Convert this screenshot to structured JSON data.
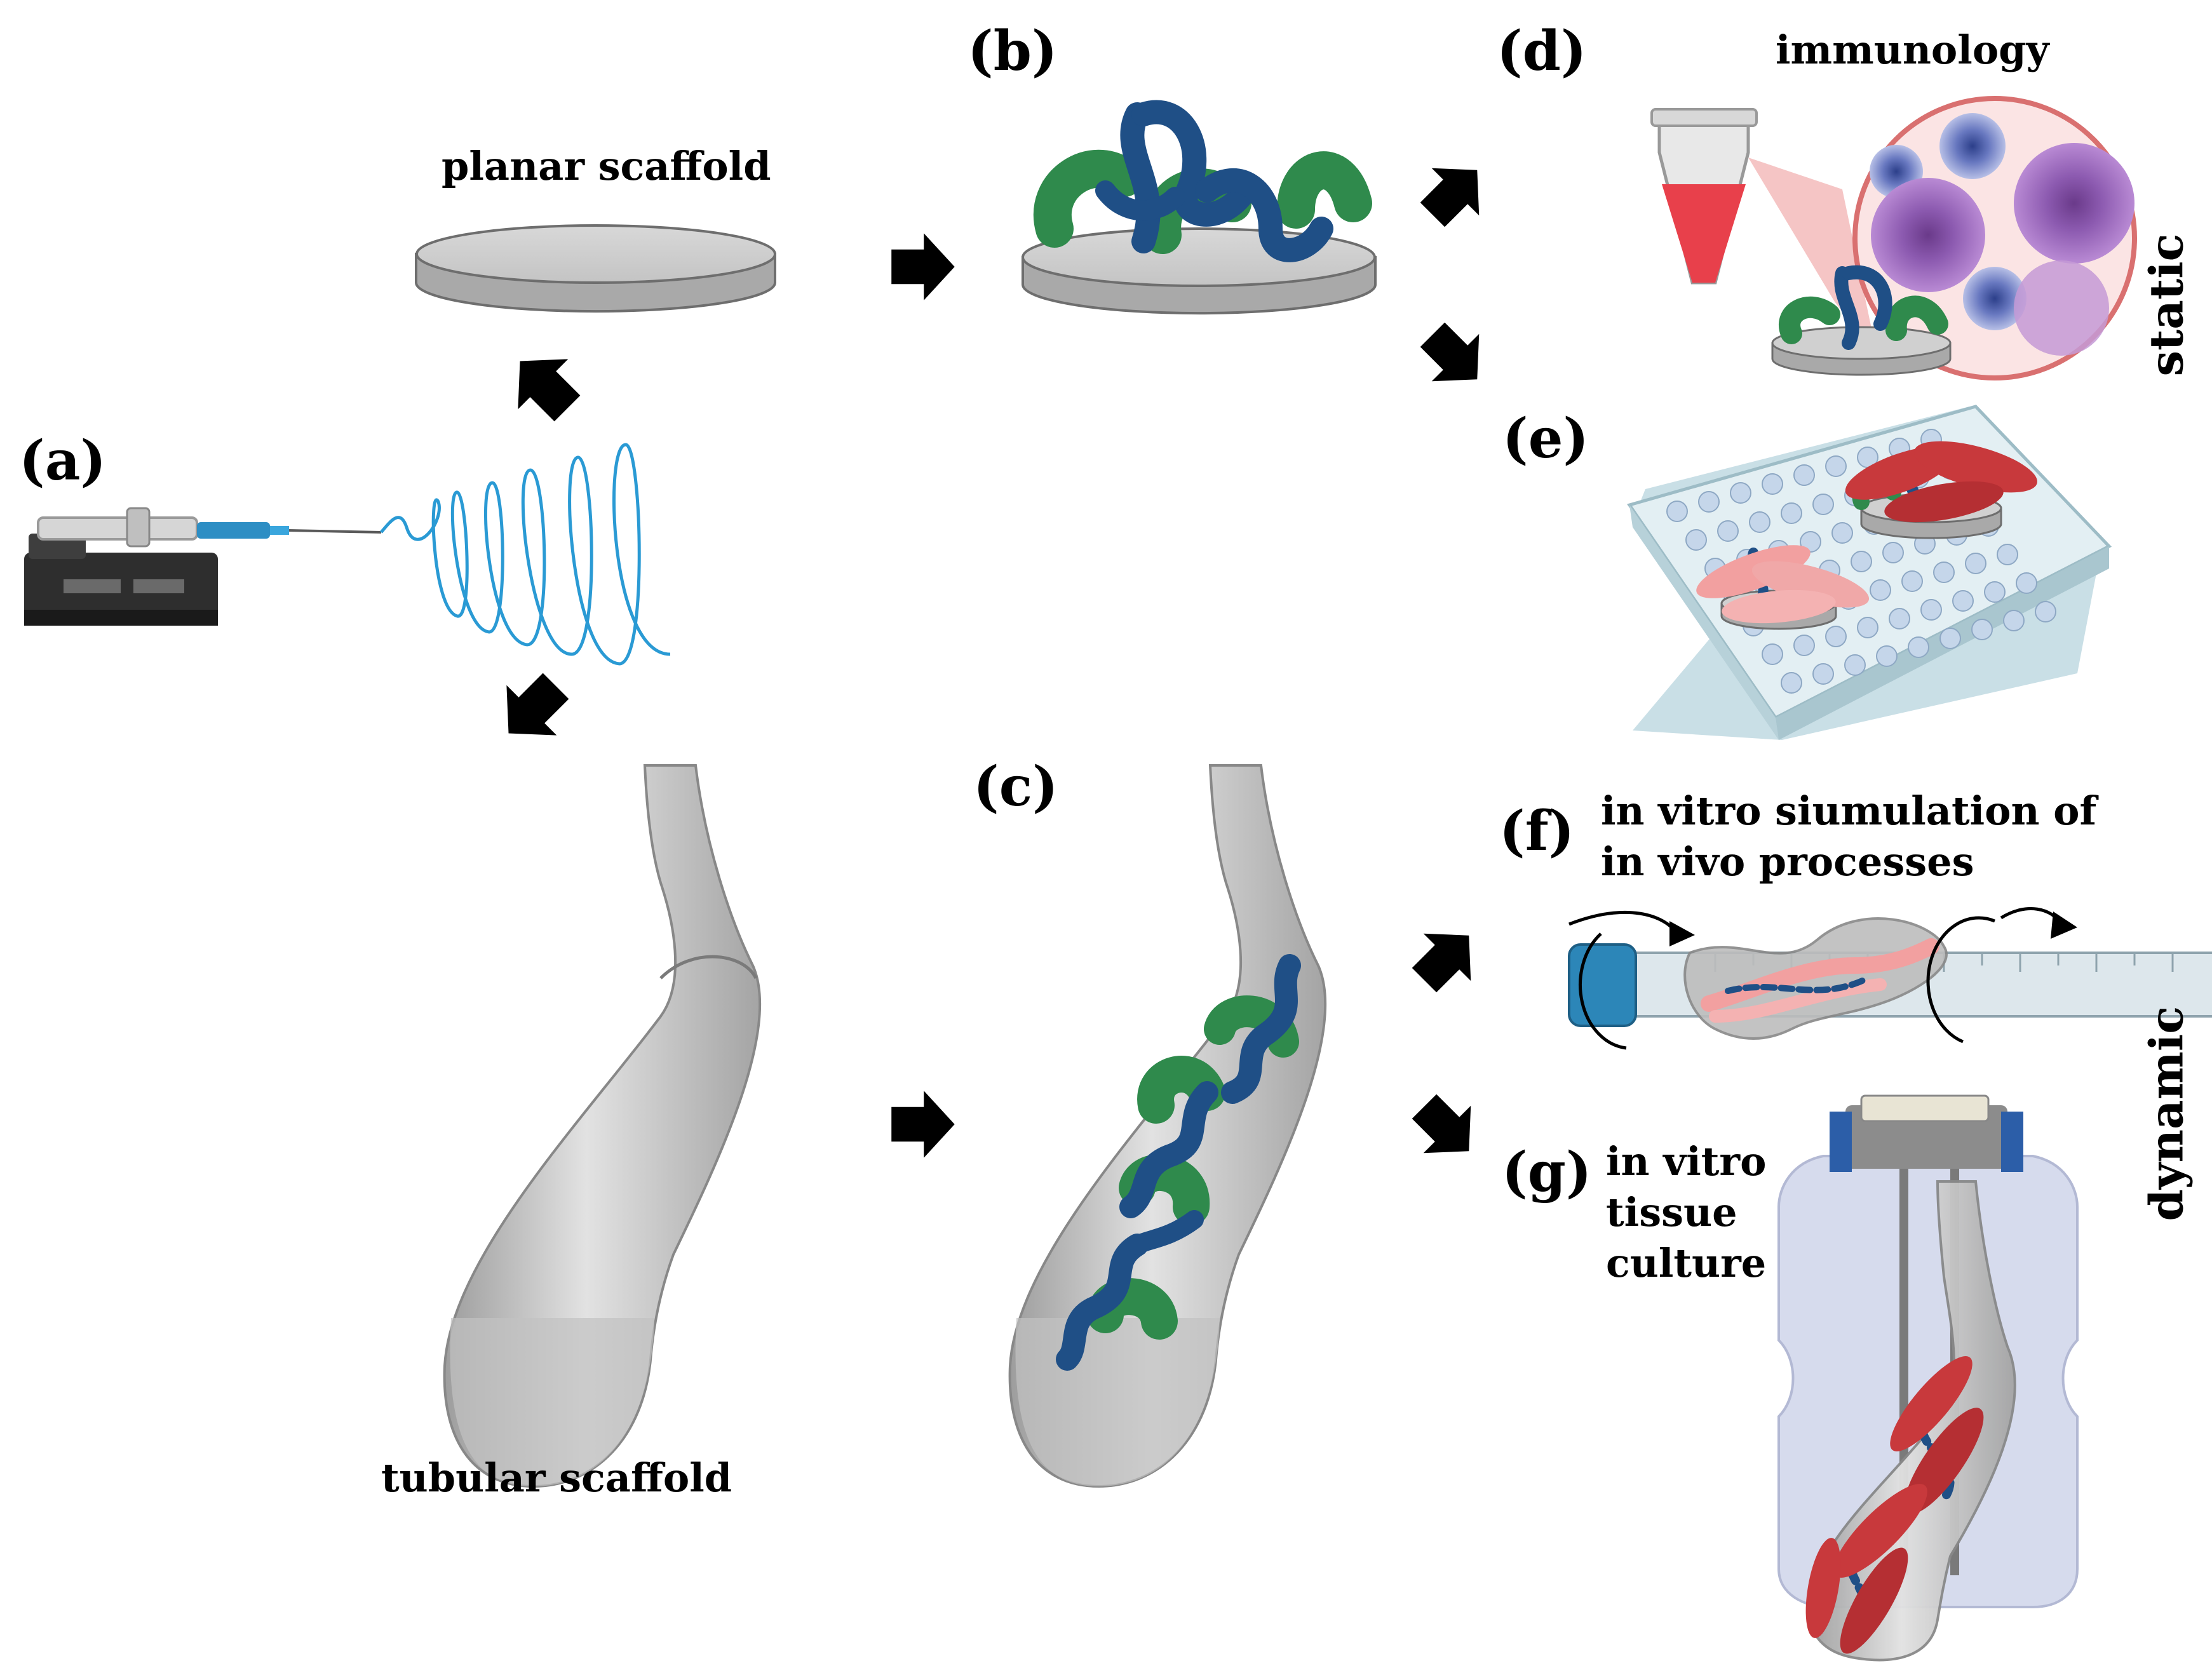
{
  "panels": {
    "a": "(a)",
    "b": "(b)",
    "c": "(c)",
    "d": "(d)",
    "e": "(e)",
    "f": "(f)",
    "g": "(g)"
  },
  "captions": {
    "planar": "planar scaffold",
    "tubular": "tubular scaffold",
    "immunology": "immunology",
    "f_line1": "in vitro siumulation of",
    "f_line2": "in vivo processes",
    "g_line1": "in vitro",
    "g_line2": "tissue",
    "g_line3": "culture"
  },
  "side_labels": {
    "static": "static",
    "dynamic": "dynamic"
  },
  "colors": {
    "fiber_blue": "#2a9ad4",
    "polymer_dark_blue": "#1f4f86",
    "polymer_green": "#2f8a4c",
    "scaffold_grey": "#b8b8b8",
    "cell_red": "#c8393c",
    "cell_pink": "#f2a0a0",
    "tube_red": "#e8404b"
  }
}
